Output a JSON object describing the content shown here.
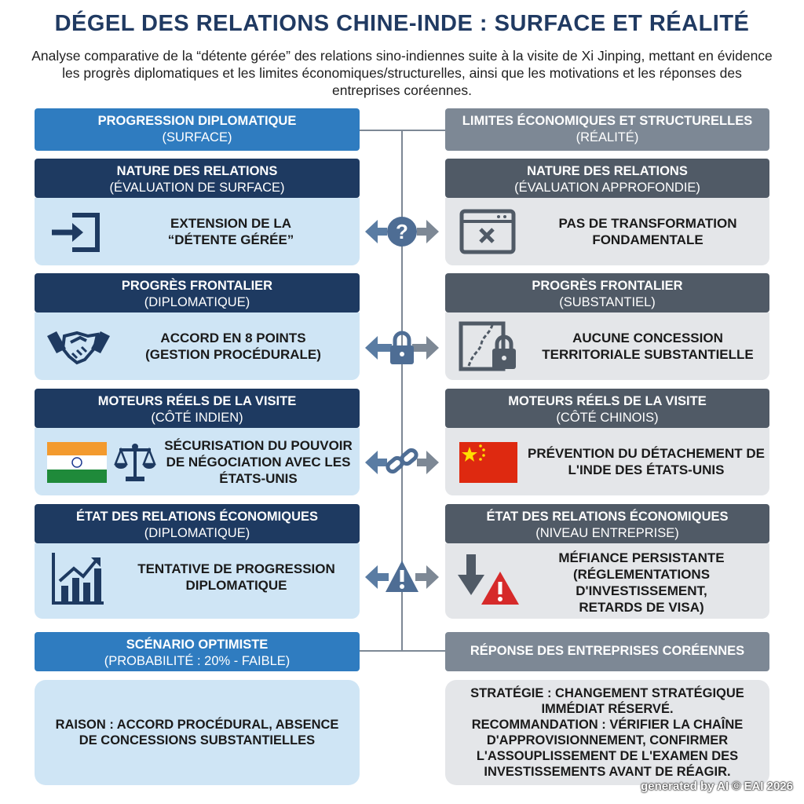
{
  "title": "DÉGEL DES RELATIONS CHINE-INDE : SURFACE ET RÉALITÉ",
  "subtitle": "Analyse comparative de la “détente gérée” des relations sino-indiennes suite à la visite de Xi Jinping, mettant en évidence les progrès diplomatiques et les limites économiques/structurelles, ainsi que les motivations et les réponses des entreprises coréennes.",
  "left_column": {
    "title": "PROGRESSION DIPLOMATIQUE",
    "sub": "(SURFACE)",
    "color": "#2f7cc0"
  },
  "right_column": {
    "title": "LIMITES ÉCONOMIQUES ET STRUCTURELLES",
    "sub": "(RÉALITÉ)",
    "color": "#7d8895"
  },
  "rows": [
    {
      "left": {
        "title": "NATURE DES RELATIONS",
        "sub": "(ÉVALUATION DE SURFACE)",
        "body": "EXTENSION DE LA “DÉTENTE GÉRÉE”",
        "icon": "enter-arrow-icon"
      },
      "connector": "question-icon",
      "right": {
        "title": "NATURE DES RELATIONS",
        "sub": "(ÉVALUATION APPROFONDIE)",
        "body": "PAS DE TRANSFORMATION FONDAMENTALE",
        "icon": "window-x-icon"
      }
    },
    {
      "left": {
        "title": "PROGRÈS FRONTALIER",
        "sub": "(DIPLOMATIQUE)",
        "body": "ACCORD EN 8 POINTS (GESTION PROCÉDURALE)",
        "icon": "handshake-icon"
      },
      "connector": "lock-icon",
      "right": {
        "title": "PROGRÈS FRONTALIER",
        "sub": "(SUBSTANTIEL)",
        "body": "AUCUNE CONCESSION TERRITORIALE SUBSTANTIELLE",
        "icon": "map-lock-icon"
      }
    },
    {
      "left": {
        "title": "MOTEURS RÉELS DE LA VISITE",
        "sub": "(CÔTÉ INDIEN)",
        "body": "SÉCURISATION DU POUVOIR DE NÉGOCIATION AVEC LES ÉTATS-UNIS",
        "icon": "india-flag-scales-icon"
      },
      "connector": "broken-link-icon",
      "right": {
        "title": "MOTEURS RÉELS DE LA VISITE",
        "sub": "(CÔTÉ CHINOIS)",
        "body": "PRÉVENTION DU DÉTACHEMENT DE L'INDE DES ÉTATS-UNIS",
        "icon": "china-flag-icon"
      }
    },
    {
      "left": {
        "title": "ÉTAT DES RELATIONS ÉCONOMIQUES",
        "sub": "(DIPLOMATIQUE)",
        "body": "TENTATIVE DE PROGRESSION DIPLOMATIQUE",
        "icon": "rising-chart-icon"
      },
      "connector": "warning-icon",
      "right": {
        "title": "ÉTAT DES RELATIONS ÉCONOMIQUES",
        "sub": "(NIVEAU ENTREPRISE)",
        "body": "MÉFIANCE PERSISTANTE (RÉGLEMENTATIONS D'INVESTISSEMENT, RETARDS DE VISA)",
        "icon": "down-arrow-warning-icon"
      }
    }
  ],
  "bottom_left": {
    "title": "SCÉNARIO OPTIMISTE",
    "sub": "(PROBABILITÉ : 20% - FAIBLE)",
    "body": "RAISON : ACCORD PROCÉDURAL, ABSENCE DE CONCESSIONS SUBSTANTIELLES"
  },
  "bottom_right": {
    "title": "RÉPONSE DES ENTREPRISES CORÉENNES",
    "line1": "STRATÉGIE : CHANGEMENT STRATÉGIQUE IMMÉDIAT RÉSERVÉ.",
    "line2": "RECOMMANDATION : VÉRIFIER LA CHAÎNE D'APPROVISIONNEMENT, CONFIRMER L'ASSOUPLISSEMENT DE L'EXAMEN DES INVESTISSEMENTS AVANT DE RÉAGIR."
  },
  "credit": "generated by AI © EAI 2026",
  "colors": {
    "navy": "#1e3a61",
    "blue": "#2f7cc0",
    "grey": "#7d8895",
    "dark_grey": "#505a66",
    "light_blue": "#cfe5f5",
    "light_grey": "#e4e6e9",
    "red": "#d62a2a"
  }
}
